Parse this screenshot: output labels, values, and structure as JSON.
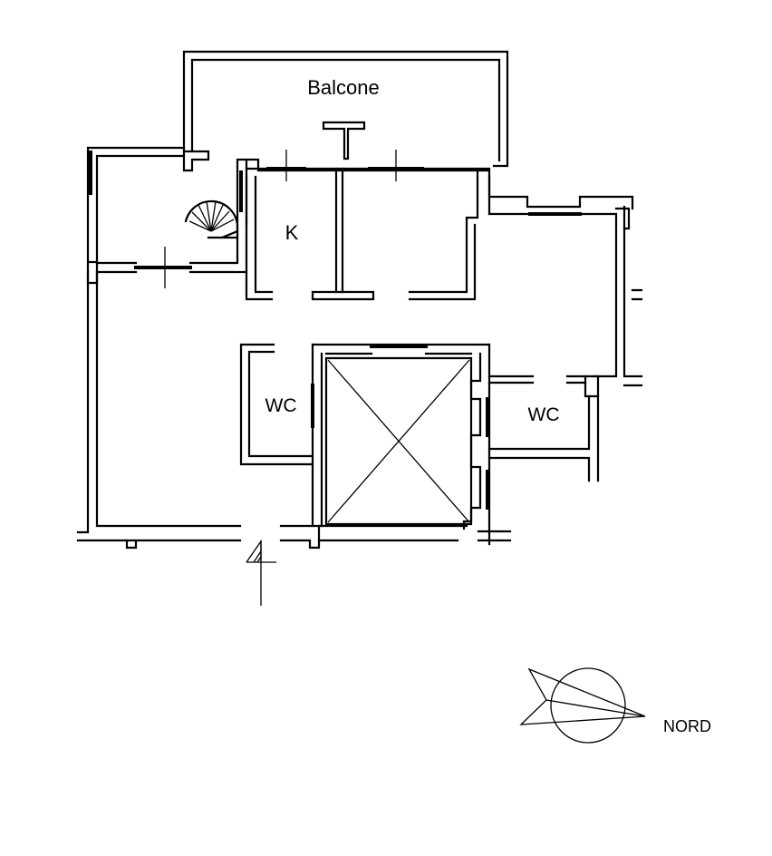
{
  "plan": {
    "rooms": {
      "balcony": "Balcone",
      "kitchen": "K",
      "wc_left": "WC",
      "wc_right": "WC"
    },
    "compass": {
      "label": "NORD"
    }
  }
}
